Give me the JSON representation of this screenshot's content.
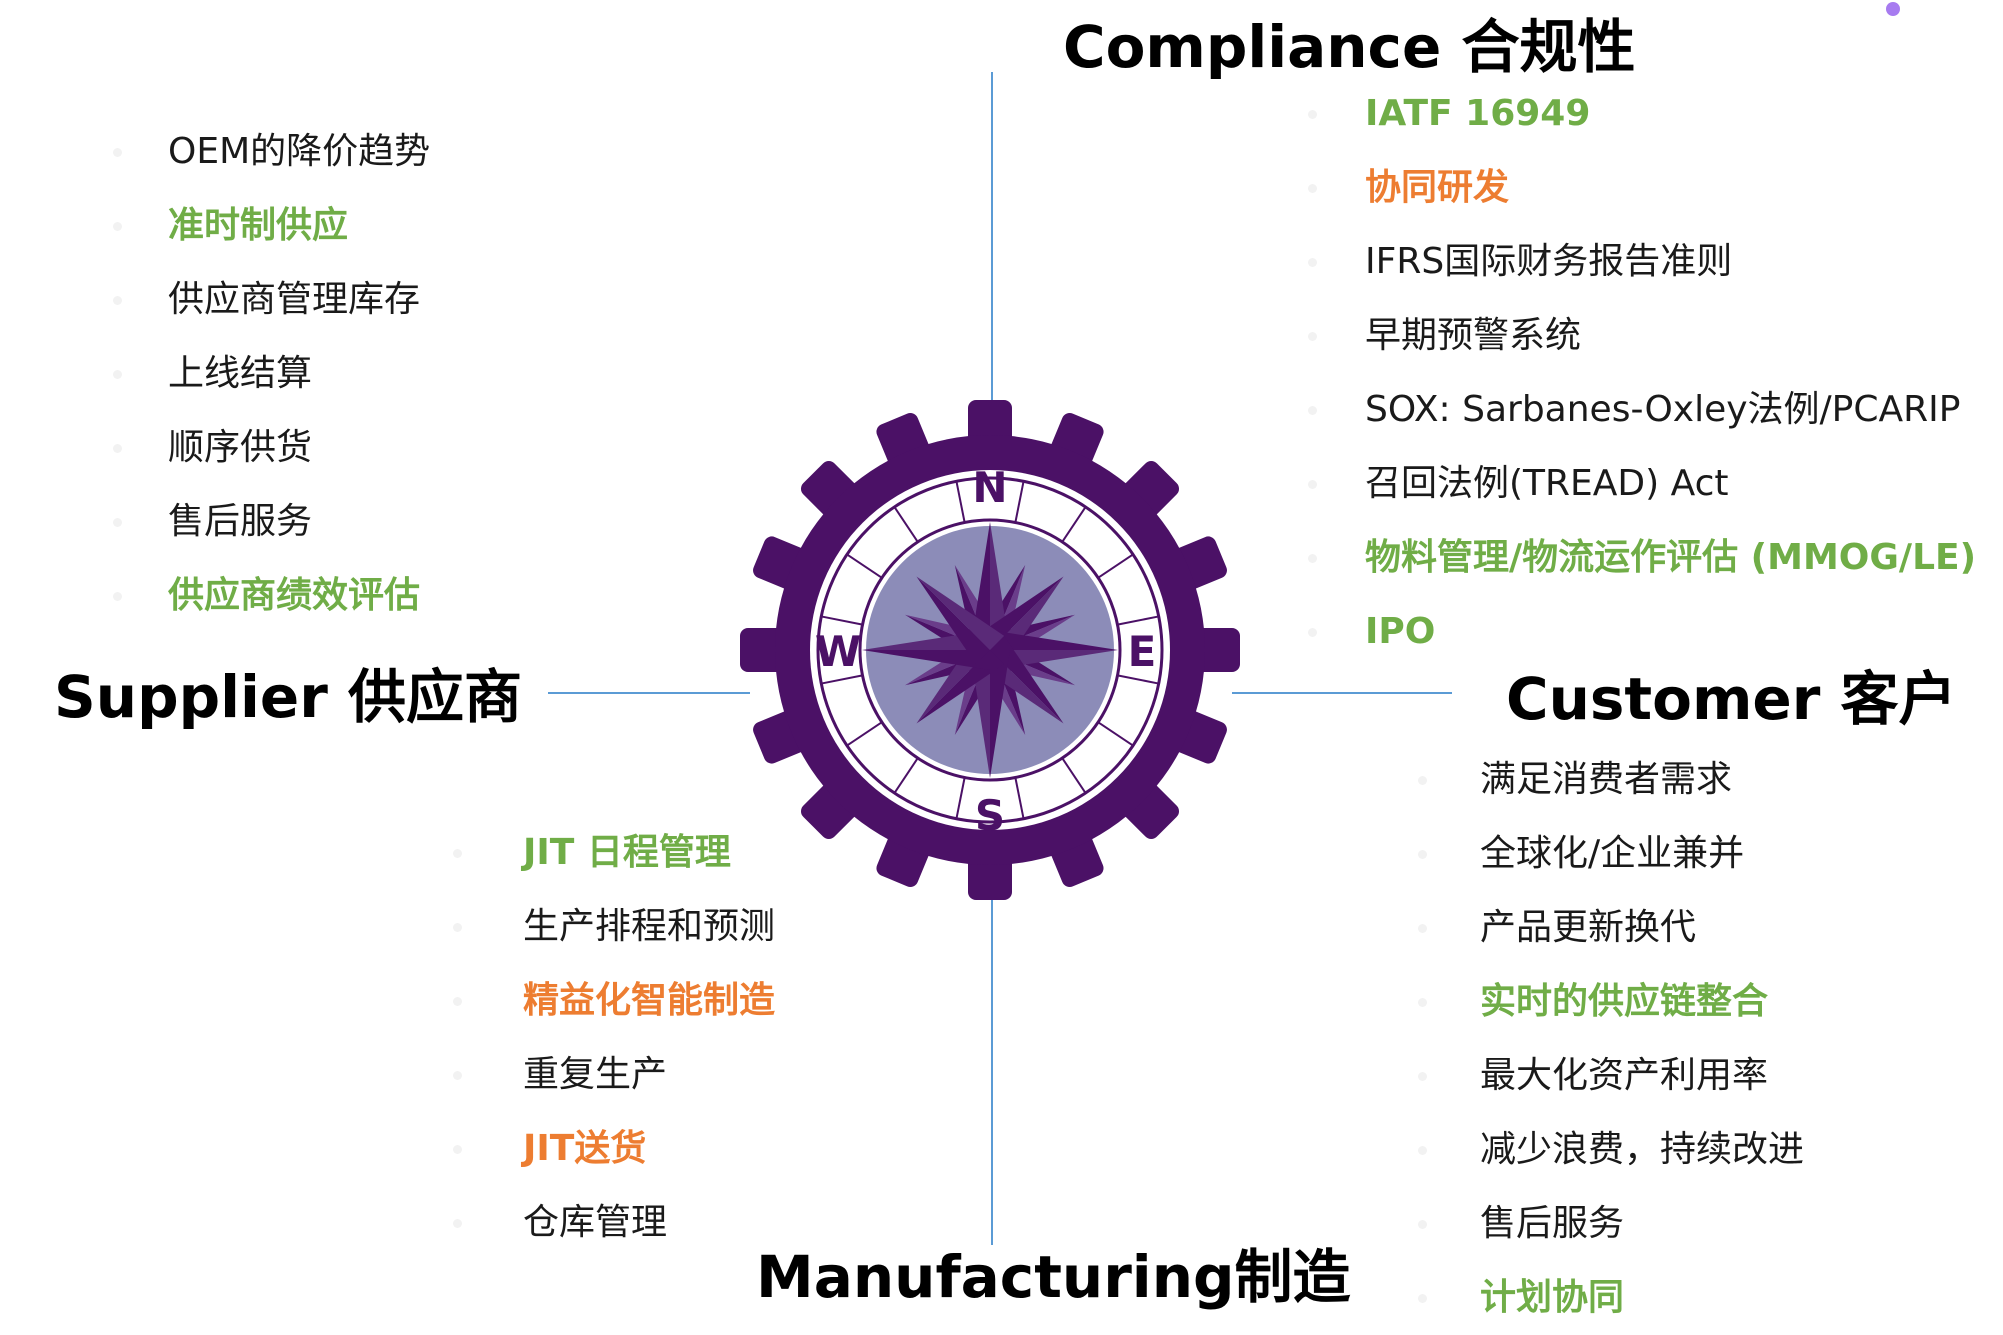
{
  "titles": {
    "compliance": "Compliance 合规性",
    "supplier": "Supplier 供应商",
    "customer": "Customer 客户",
    "manufacturing": "Manufacturing制造"
  },
  "compass": {
    "n": "N",
    "e": "E",
    "s": "S",
    "w": "W"
  },
  "colors": {
    "green": "#70ad47",
    "orange": "#ed7d31",
    "purple": "#4b1166",
    "lavender": "#8c8cb8",
    "axis": "#5b9bd5"
  },
  "supplier_items": [
    {
      "text": "OEM的降价趋势",
      "style": "black"
    },
    {
      "text": "准时制供应",
      "style": "green"
    },
    {
      "text": "供应商管理库存",
      "style": "black"
    },
    {
      "text": "上线结算",
      "style": "black"
    },
    {
      "text": "顺序供货",
      "style": "black"
    },
    {
      "text": "售后服务",
      "style": "black"
    },
    {
      "text": "供应商绩效评估",
      "style": "green"
    }
  ],
  "compliance_items": [
    {
      "text": "IATF 16949",
      "style": "green"
    },
    {
      "text": "协同研发",
      "style": "orange"
    },
    {
      "text": "IFRS国际财务报告准则",
      "style": "black"
    },
    {
      "text": "早期预警系统",
      "style": "black"
    },
    {
      "text": "SOX: Sarbanes-Oxley法例/PCARIP",
      "style": "black"
    },
    {
      "text": "召回法例(TREAD) Act",
      "style": "black"
    },
    {
      "text": "物料管理/物流运作评估 (MMOG/LE)",
      "style": "green"
    },
    {
      "text": "IPO",
      "style": "green"
    }
  ],
  "manufacturing_items": [
    {
      "text": "JIT 日程管理",
      "style": "green"
    },
    {
      "text": "生产排程和预测",
      "style": "black"
    },
    {
      "text": "精益化智能制造",
      "style": "orange"
    },
    {
      "text": "重复生产",
      "style": "black"
    },
    {
      "text": "JIT送货",
      "style": "orange"
    },
    {
      "text": "仓库管理",
      "style": "black"
    }
  ],
  "customer_items": [
    {
      "text": "满足消费者需求",
      "style": "black"
    },
    {
      "text": "全球化/企业兼并",
      "style": "black"
    },
    {
      "text": "产品更新换代",
      "style": "black"
    },
    {
      "text": "实时的供应链整合",
      "style": "green"
    },
    {
      "text": "最大化资产利用率",
      "style": "black"
    },
    {
      "text": "减少浪费，持续改进",
      "style": "black"
    },
    {
      "text": "售后服务",
      "style": "black"
    },
    {
      "text": "计划协同",
      "style": "green"
    }
  ]
}
